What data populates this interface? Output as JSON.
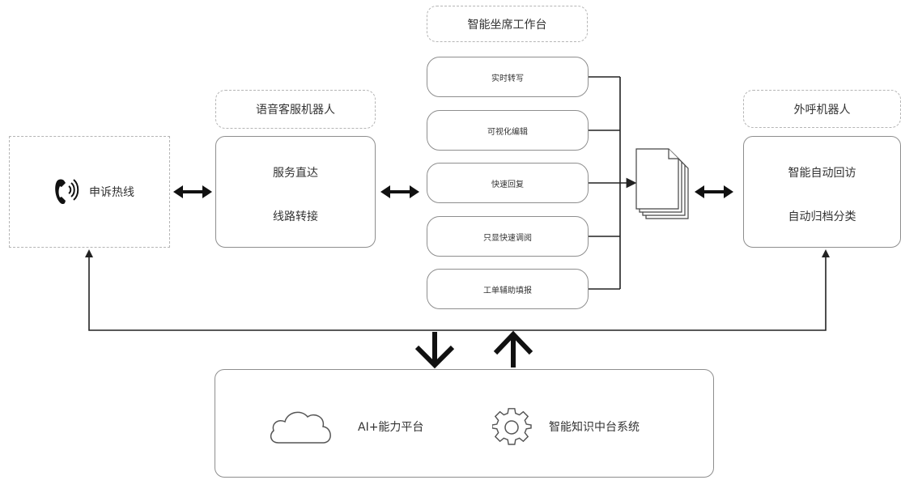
{
  "hotline": {
    "label": "申诉热线"
  },
  "voice_robot": {
    "title": "语音客服机器人",
    "lines": [
      "服务直达",
      "线路转接"
    ]
  },
  "workstation": {
    "title": "智能坐席工作台",
    "items": [
      "实时转写",
      "可视化编辑",
      "快速回复",
      "只显快速调阅",
      "工单辅助填报"
    ]
  },
  "outbound_robot": {
    "title": "外呼机器人",
    "lines": [
      "智能自动回访",
      "自动归档分类"
    ]
  },
  "platform": {
    "ai_label": "AI+能力平台",
    "knowledge_label": "智能知识中台系统"
  },
  "icons": {
    "phone": "phone-icon",
    "documents": "documents-icon",
    "cloud": "cloud-icon",
    "gear": "gear-icon"
  }
}
